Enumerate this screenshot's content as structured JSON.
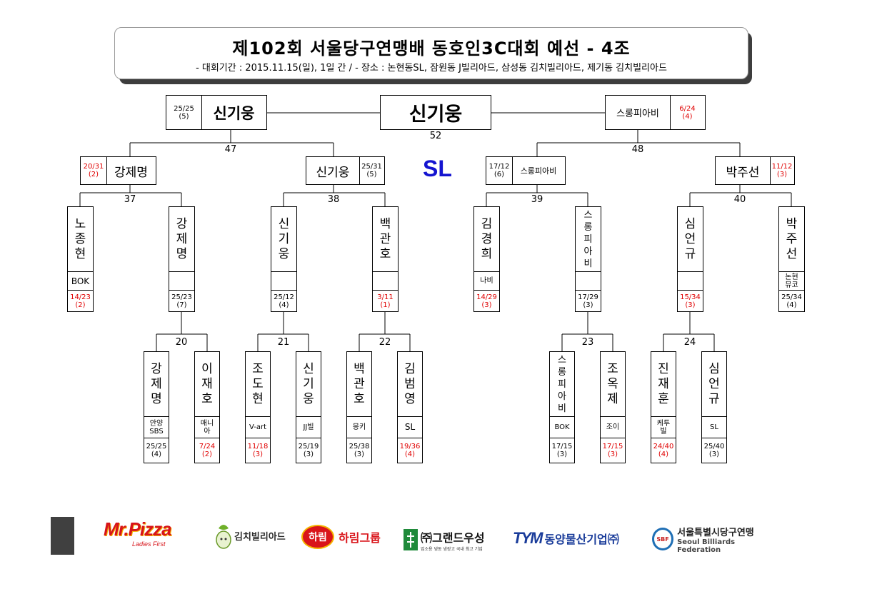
{
  "header": {
    "title": "제102회 서울당구연맹배 동호인3C대회 예선 - 4조",
    "subtitle": "- 대회기간 : 2015.11.15(일), 1일 간 / - 장소 : 논현동SL, 잠원동 J빌리아드, 삼성동 김치빌리아드, 제기동 김치빌리아드"
  },
  "venue_label": "SL",
  "final": {
    "winner": "신기웅",
    "match_no": "52"
  },
  "semis": {
    "left": {
      "score": "25/25\n(5)",
      "name": "신기웅",
      "match_no": "47"
    },
    "right": {
      "name": "스롱피아비",
      "score": "6/24\n(4)",
      "match_no": "48"
    }
  },
  "quarters": {
    "q1": {
      "score": "20/31\n(2)",
      "name": "강제명"
    },
    "q2": {
      "name": "신기웅",
      "score": "25/31\n(5)"
    },
    "q3": {
      "score": "17/12\n(6)",
      "name": "스롱피아비"
    },
    "q4": {
      "name": "박주선",
      "score": "11/12\n(3)"
    }
  },
  "round2_match_nos": {
    "m37": "37",
    "m38": "38",
    "m39": "39",
    "m40": "40"
  },
  "round1_match_nos": {
    "m20": "20",
    "m21": "21",
    "m22": "22",
    "m23": "23",
    "m24": "24"
  },
  "upper_players": [
    {
      "name": "노\n종\n현",
      "aff": "BOK",
      "score": "14/23\n(2)",
      "loss": true
    },
    {
      "name": "강\n제\n명",
      "aff": "",
      "score": "25/23\n(7)",
      "loss": false
    },
    {
      "name": "신\n기\n웅",
      "aff": "",
      "score": "25/12\n(4)",
      "loss": false
    },
    {
      "name": "백\n관\n호",
      "aff": "",
      "score": "3/11\n(1)",
      "loss": true
    },
    {
      "name": "김\n경\n희",
      "aff": "나비",
      "score": "14/29\n(3)",
      "loss": true
    },
    {
      "name": "스\n롱\n피\n아\n비",
      "aff": "",
      "score": "17/29\n(3)",
      "loss": false
    },
    {
      "name": "심\n언\n규",
      "aff": "",
      "score": "15/34\n(3)",
      "loss": true
    },
    {
      "name": "박\n주\n선",
      "aff": "논현\n뮤코",
      "score": "25/34\n(4)",
      "loss": false
    }
  ],
  "lower_players": [
    {
      "name": "강\n제\n명",
      "aff": "안양\nSBS",
      "score": "25/25\n(4)",
      "loss": false
    },
    {
      "name": "이\n재\n호",
      "aff": "매니\n아",
      "score": "7/24\n(2)",
      "loss": true
    },
    {
      "name": "조\n도\n현",
      "aff": "V-art",
      "score": "11/18\n(3)",
      "loss": true
    },
    {
      "name": "신\n기\n웅",
      "aff": "JJ빌",
      "score": "25/19\n(3)",
      "loss": false
    },
    {
      "name": "백\n관\n호",
      "aff": "몽키",
      "score": "25/38\n(3)",
      "loss": false
    },
    {
      "name": "김\n범\n영",
      "aff": "SL",
      "score": "19/36\n(4)",
      "loss": true
    },
    {
      "name": "스\n롱\n피\n아\n비",
      "aff": "BOK",
      "score": "17/15\n(3)",
      "loss": false
    },
    {
      "name": "조\n옥\n제",
      "aff": "조이",
      "score": "17/15\n(3)",
      "loss": true
    },
    {
      "name": "진\n재\n훈",
      "aff": "케투\n빌",
      "score": "24/40\n(4)",
      "loss": true
    },
    {
      "name": "심\n언\n규",
      "aff": "SL",
      "score": "25/40\n(3)",
      "loss": false
    }
  ],
  "sponsors": {
    "mrpizza": "Mr.Pizza",
    "mrpizza_tag": "Ladies First",
    "kimchi": "김치빌리아드",
    "harim_badge": "하림",
    "harim": "하림그룹",
    "grand": "㈜그랜드우성",
    "grand_tag": "업소용 냉동 냉장고 국내 최고 기업",
    "dongyang_mark": "TYM",
    "dongyang": "동양물산기업㈜",
    "sbf_badge": "SBF",
    "sbf_kr": "서울특별시당구연맹",
    "sbf_en": "Seoul Billiards Federation"
  },
  "colors": {
    "loss_red": "#e00000",
    "venue_blue": "#1414d0",
    "text": "#000000"
  }
}
